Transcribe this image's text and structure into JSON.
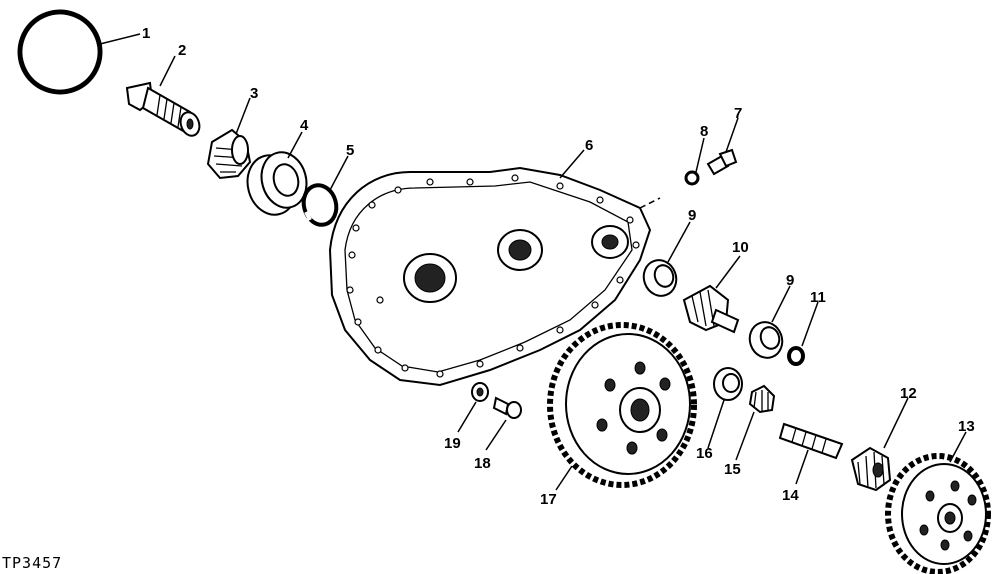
{
  "figure_code": "TP3457",
  "callouts": [
    "1",
    "2",
    "3",
    "4",
    "5",
    "6",
    "7",
    "8",
    "9",
    "10",
    "9",
    "11",
    "12",
    "13",
    "14",
    "15",
    "16",
    "17",
    "18",
    "19"
  ]
}
